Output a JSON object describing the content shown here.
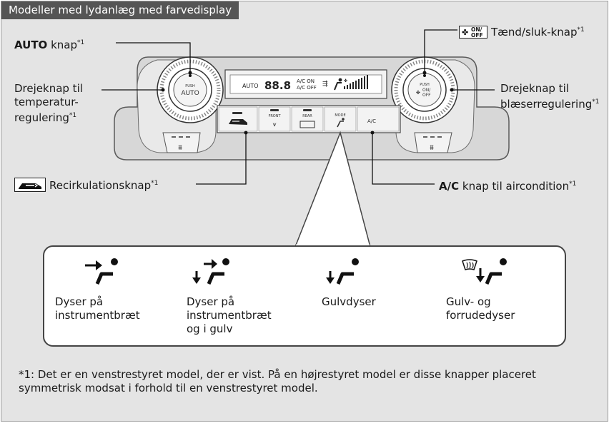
{
  "header": {
    "title": "Modeller med lydanlæg med farvedisplay"
  },
  "callouts": {
    "auto_bold": "AUTO",
    "auto_rest": " knap",
    "auto_note": "*1",
    "power": "Tænd/sluk-knap",
    "power_note": "*1",
    "power_icon_on": "ON/",
    "power_icon_off": "OFF",
    "temp_line1": "Drejeknap til",
    "temp_line2": "temperatur-",
    "temp_line3": "regulering",
    "temp_note": "*1",
    "fan_line1": "Drejeknap til",
    "fan_line2": "blæserregulering",
    "fan_note": "*1",
    "recirc": "Recirkulationsknap",
    "recirc_note": "*1",
    "ac_bold": "A/C",
    "ac_rest": " knap til aircondition",
    "ac_note": "*1"
  },
  "panel": {
    "left_knob_push": "PUSH",
    "left_knob_label": "AUTO",
    "right_knob_push": "PUSH",
    "right_knob_on": "ON/",
    "right_knob_off": "OFF",
    "display_auto": "AUTO",
    "display_temp": "88.8",
    "display_ac_on": "A/C ON",
    "display_ac_off": "A/C OFF",
    "btn_front": "FRONT",
    "btn_rear": "REAR",
    "btn_mode": "MODE",
    "btn_ac": "A/C"
  },
  "modes": [
    {
      "label": "Dyser på\ninstrumentbræt",
      "icon": "dash-vent-icon"
    },
    {
      "label": "Dyser på\ninstrumentbræt\nog i gulv",
      "icon": "dash-floor-vent-icon"
    },
    {
      "label": "Gulvdyser",
      "icon": "floor-vent-icon"
    },
    {
      "label": "Gulv- og\nforrudedyser",
      "icon": "floor-defrost-vent-icon"
    }
  ],
  "footnote": "*1: Det er en venstrestyret model, der er vist. På en højrestyret model er disse knapper placeret symmetrisk modsat i forhold til en venstrestyret model."
}
